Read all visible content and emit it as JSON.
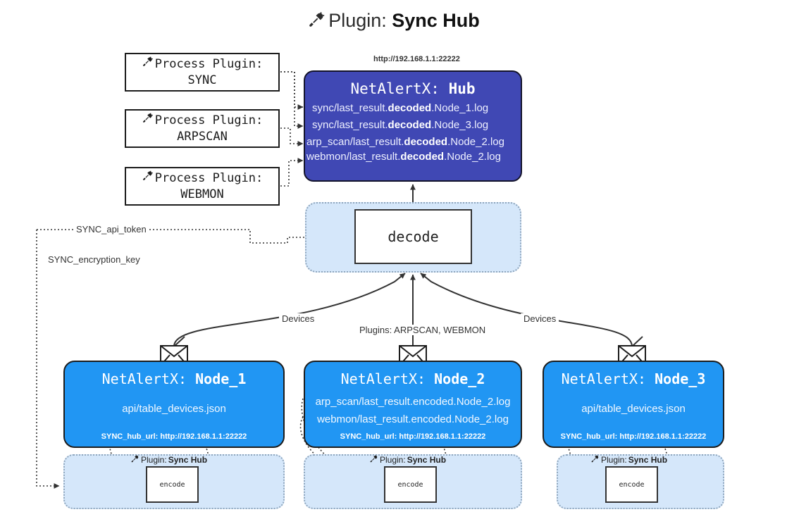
{
  "title": {
    "icon": "plug-icon",
    "prefix": "Plugin:",
    "name": "Sync Hub"
  },
  "process_plugins": [
    {
      "icon": "plug-icon",
      "line1": "Process Plugin:",
      "line2": "SYNC"
    },
    {
      "icon": "plug-icon",
      "line1": "Process Plugin:",
      "line2": "ARPSCAN"
    },
    {
      "icon": "plug-icon",
      "line1": "Process Plugin:",
      "line2": "WEBMON"
    }
  ],
  "hub": {
    "url": "http://192.168.1.1:22222",
    "title_prefix": "NetAlertX:",
    "title_name": "Hub",
    "loglines": [
      {
        "pre": "sync/last_result.",
        "mid": "decoded",
        "post": ".Node_1.log"
      },
      {
        "pre": "sync/last_result.",
        "mid": "decoded",
        "post": ".Node_3.log"
      },
      {
        "pre": "arp_scan/last_result.",
        "mid": "decoded",
        "post": ".Node_2.log"
      },
      {
        "pre": "webmon/last_result.",
        "mid": "decoded",
        "post": ".Node_2.log"
      }
    ]
  },
  "decode": {
    "label": "decode"
  },
  "secrets": [
    {
      "label": "SYNC_api_token"
    },
    {
      "label": "SYNC_encryption_key"
    }
  ],
  "edge_labels": {
    "devices_left": "Devices",
    "devices_right": "Devices",
    "plugins_center": "Plugins: ARPSCAN, WEBMON"
  },
  "nodes": [
    {
      "title_prefix": "NetAlertX:",
      "title_name": "Node_1",
      "lines": [
        {
          "pre": "api/table_devices.json",
          "mid": "",
          "post": ""
        }
      ],
      "footer": "SYNC_hub_url: http://192.168.1.1:22222"
    },
    {
      "title_prefix": "NetAlertX:",
      "title_name": "Node_2",
      "lines": [
        {
          "pre": "arp_scan/last_result.encoded.Node_2.log",
          "mid": "",
          "post": ""
        },
        {
          "pre": "webmon/last_result.encoded.Node_2.log",
          "mid": "",
          "post": ""
        }
      ],
      "footer": "SYNC_hub_url: http://192.168.1.1:22222"
    },
    {
      "title_prefix": "NetAlertX:",
      "title_name": "Node_3",
      "lines": [
        {
          "pre": "api/table_devices.json",
          "mid": "",
          "post": ""
        }
      ],
      "footer": "SYNC_hub_url: http://192.168.1.1:22222"
    }
  ],
  "encode_groups": [
    {
      "caption_prefix": "Plugin:",
      "caption_name": "Sync Hub",
      "box_label": "encode"
    },
    {
      "caption_prefix": "Plugin:",
      "caption_name": "Sync Hub",
      "box_label": "encode"
    },
    {
      "caption_prefix": "Plugin:",
      "caption_name": "Sync Hub",
      "box_label": "encode"
    }
  ],
  "colors": {
    "hub_fill": "#4048b4",
    "node_fill": "#2196f3",
    "container_fill": "#d5e7fa",
    "container_border": "#8fa6bd",
    "stroke": "#333333",
    "page_bg": "#ffffff"
  }
}
